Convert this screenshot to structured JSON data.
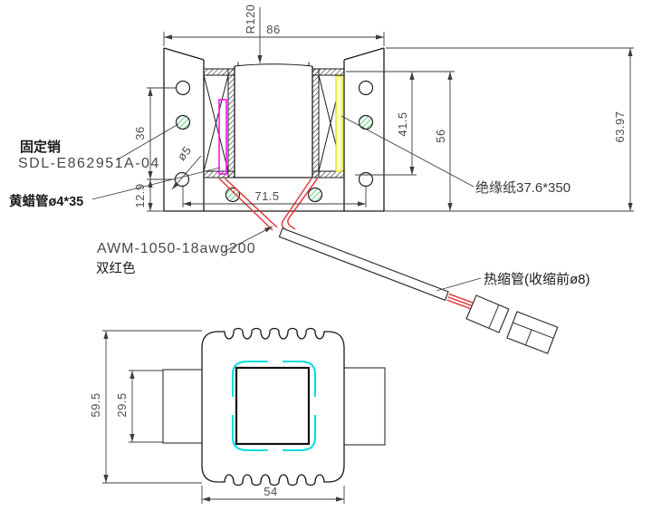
{
  "front_view": {
    "dim_width": "86",
    "dim_radius": "R120",
    "dim_hole_span": "36",
    "dim_pin_offset": "12.9",
    "dim_pin_dia": "ø5",
    "dim_coil_height": "41.5",
    "dim_body_height": "56",
    "dim_total_height": "63.97",
    "dim_pin_span": "71.5",
    "label_fixing_pin": "固定销",
    "label_part_no": "SDL-E862951A-04",
    "label_wax_tube": "黄蜡管ø4*35",
    "label_wire_spec": "AWM-1050-18awg200",
    "label_wire_color": "双红色",
    "label_insulation": "绝缘纸37.6*350",
    "label_heat_shrink": "热缩管(收缩前ø8)"
  },
  "top_view": {
    "dim_height": "59.5",
    "dim_tab_height": "29.5",
    "dim_width": "54"
  },
  "colors": {
    "line": "#1a1a1a",
    "dimension": "#4d4d4d",
    "wire_red": "#e23b3b",
    "wax_tube_magenta": "#ff00f0",
    "insulation_yellow": "#ffffb3",
    "pin_green": "#35c463",
    "bobbin_cyan": "#00dede"
  }
}
